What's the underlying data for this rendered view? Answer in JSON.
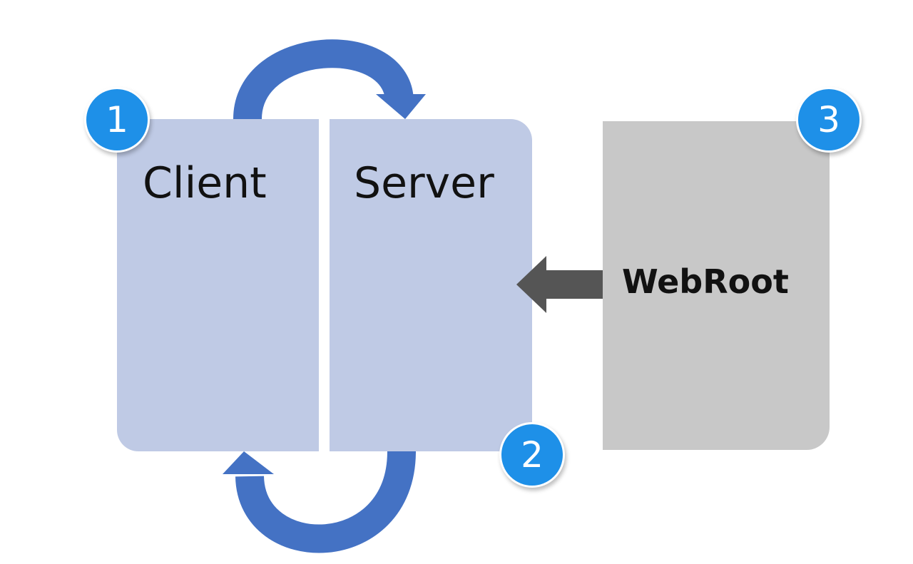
{
  "diagram": {
    "client_label": "Client",
    "server_label": "Server",
    "webroot_label": "WebRoot",
    "badges": [
      "1",
      "2",
      "3"
    ]
  },
  "colors": {
    "panel_blue": "#bfcae5",
    "panel_gray": "#c8c8c8",
    "arrow_blue": "#4472c4",
    "arrow_dark": "#555555",
    "badge_blue": "#1e90e8"
  }
}
